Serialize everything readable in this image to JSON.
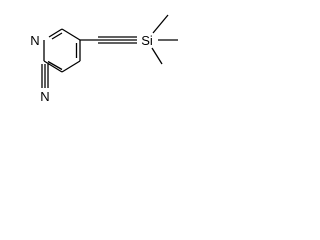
{
  "molecule": {
    "atoms": {
      "ring_nitrogen": "N",
      "nitrile_nitrogen": "N",
      "silicon": "Si"
    }
  },
  "colors": {
    "background": "#ffffff",
    "ink": "#000000"
  }
}
